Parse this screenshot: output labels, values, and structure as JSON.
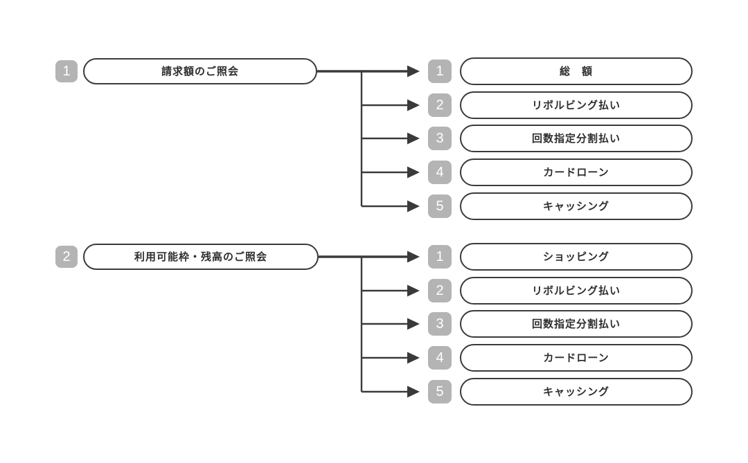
{
  "diagram": {
    "title": "phone-menu-tree",
    "groups": [
      {
        "key": "1",
        "label": "請求額のご照会",
        "children": [
          {
            "key": "1",
            "label": "総　額"
          },
          {
            "key": "2",
            "label": "リボルビング払い"
          },
          {
            "key": "3",
            "label": "回数指定分割払い"
          },
          {
            "key": "4",
            "label": "カードローン"
          },
          {
            "key": "5",
            "label": "キャッシング"
          }
        ]
      },
      {
        "key": "2",
        "label": "利用可能枠・残高のご照会",
        "children": [
          {
            "key": "1",
            "label": "ショッピング"
          },
          {
            "key": "2",
            "label": "リボルビング払い"
          },
          {
            "key": "3",
            "label": "回数指定分割払い"
          },
          {
            "key": "4",
            "label": "カードローン"
          },
          {
            "key": "5",
            "label": "キャッシング"
          }
        ]
      }
    ]
  },
  "colors": {
    "background": "#ffffff",
    "badge_bg": "#b4b4b4",
    "badge_text": "#ffffff",
    "line": "#3a3a3a",
    "box_border": "#3a3a3a",
    "box_text": "#2e2e2e"
  }
}
